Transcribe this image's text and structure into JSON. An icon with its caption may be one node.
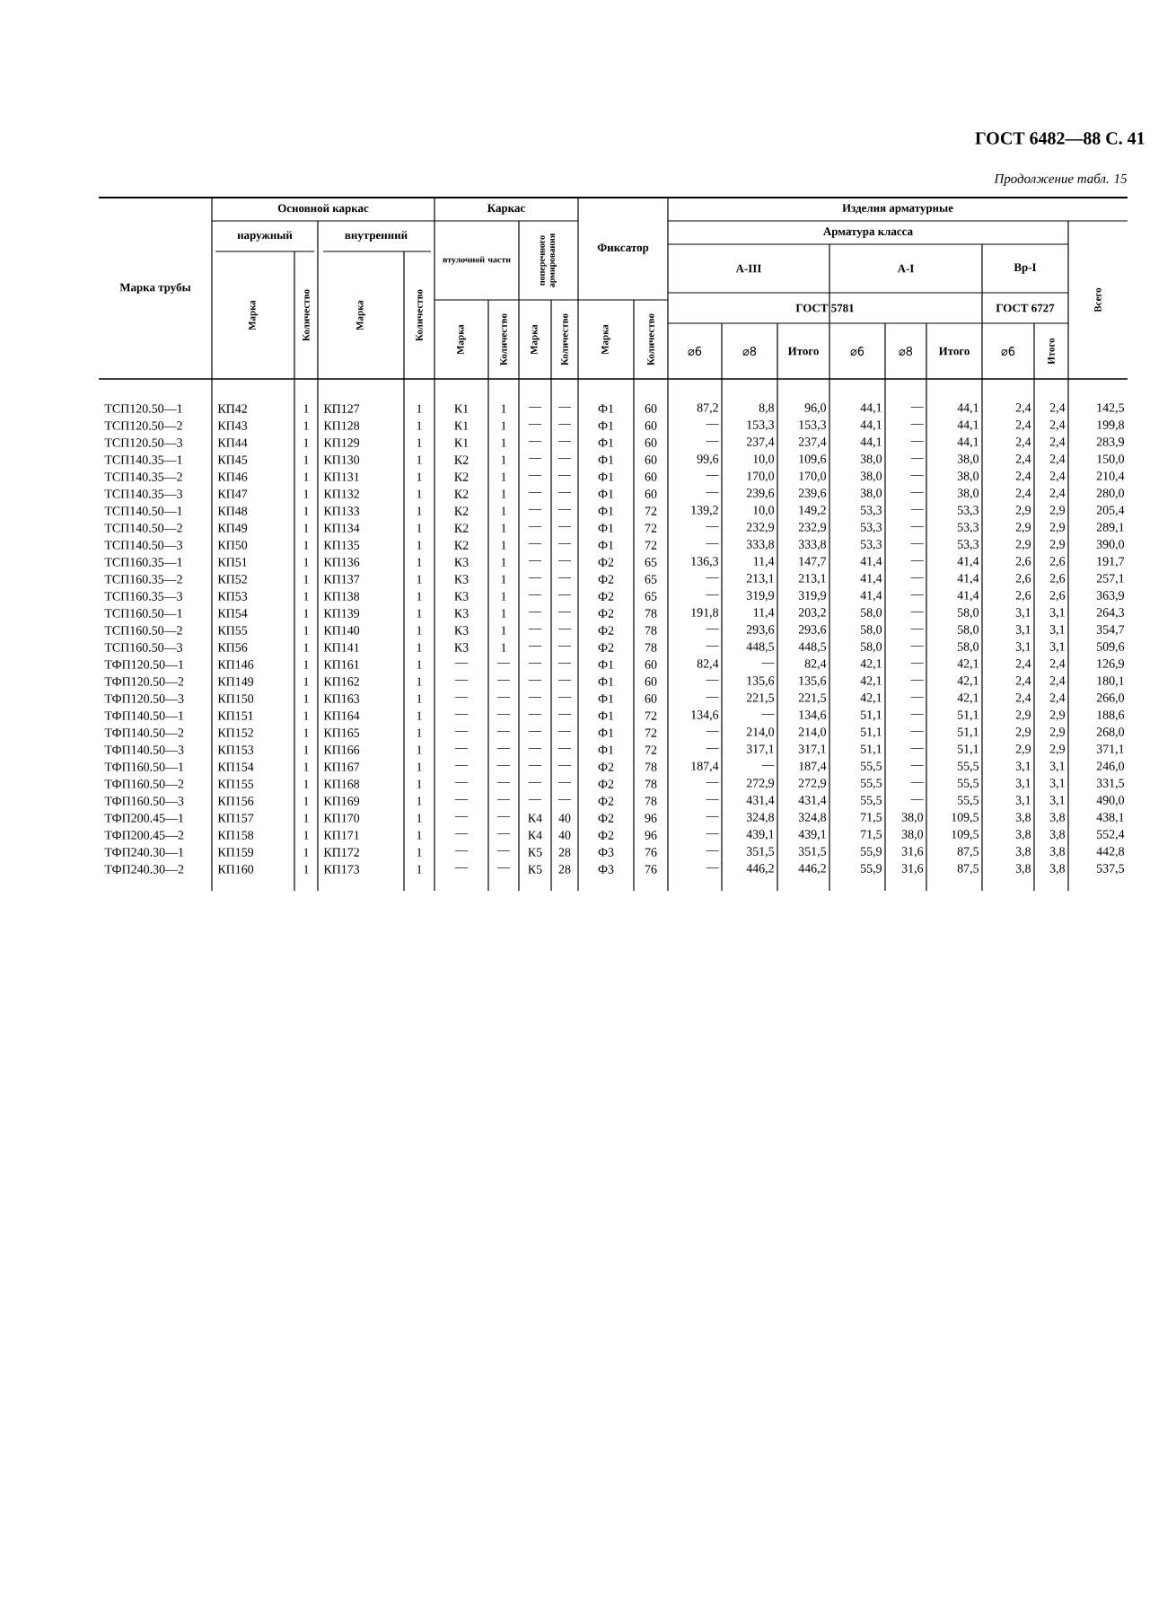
{
  "diagram": {
    "title": "ГОСТ 6482—88 С. 41",
    "labels": [
      "Продолжение табл. 15",
      "Марка трубы",
      "Основной каркас",
      "Каркас",
      "Фиксатор",
      "Изделия арматурные",
      "наружный",
      "внутренний",
      "втулочной части",
      "поперечного армирования",
      "Арматура класса",
      "Всего",
      "А-III",
      "А-I",
      "Вр-I",
      "ГОСТ 5781",
      "ГОСТ 6727",
      "Марка",
      "Количество",
      "Марка",
      "Количество",
      "Марка",
      "Количество",
      "Марка",
      "Количество",
      "Марка",
      "Количество",
      "⌀6",
      "⌀8",
      "Итого",
      "⌀6",
      "⌀8",
      "Итого",
      "⌀6",
      "Итого",
      "ТСП120.50—1",
      "КП42",
      "1",
      "КП127",
      "1",
      "К1",
      "1",
      "—",
      "—",
      "Ф1",
      "60",
      "87,2",
      "8,8",
      "96,0",
      "44,1",
      "—",
      "44,1",
      "2,4",
      "2,4",
      "142,5",
      "ТСП120.50—2",
      "КП43",
      "1",
      "КП128",
      "1",
      "К1",
      "1",
      "—",
      "—",
      "Ф1",
      "60",
      "—",
      "153,3",
      "153,3",
      "44,1",
      "—",
      "44,1",
      "2,4",
      "2,4",
      "199,8",
      "ТСП120.50—3",
      "КП44",
      "1",
      "КП129",
      "1",
      "К1",
      "1",
      "—",
      "—",
      "Ф1",
      "60",
      "—",
      "237,4",
      "237,4",
      "44,1",
      "—",
      "44,1",
      "2,4",
      "2,4",
      "283,9",
      "ТСП140.35—1",
      "КП45",
      "1",
      "КП130",
      "1",
      "К2",
      "1",
      "—",
      "—",
      "Ф1",
      "60",
      "99,6",
      "10,0",
      "109,6",
      "38,0",
      "—",
      "38,0",
      "2,4",
      "2,4",
      "150,0",
      "ТСП140.35—2",
      "КП46",
      "1",
      "КП131",
      "1",
      "К2",
      "1",
      "—",
      "—",
      "Ф1",
      "60",
      "—",
      "170,0",
      "170,0",
      "38,0",
      "—",
      "38,0",
      "2,4",
      "2,4",
      "210,4",
      "ТСП140.35—3",
      "КП47",
      "1",
      "КП132",
      "1",
      "К2",
      "1",
      "—",
      "—",
      "Ф1",
      "60",
      "—",
      "239,6",
      "239,6",
      "38,0",
      "—",
      "38,0",
      "2,4",
      "2,4",
      "280,0",
      "ТСП140.50—1",
      "КП48",
      "1",
      "КП133",
      "1",
      "К2",
      "1",
      "—",
      "—",
      "Ф1",
      "72",
      "139,2",
      "10,0",
      "149,2",
      "53,3",
      "—",
      "53,3",
      "2,9",
      "2,9",
      "205,4",
      "ТСП140.50—2",
      "КП49",
      "1",
      "КП134",
      "1",
      "К2",
      "1",
      "—",
      "—",
      "Ф1",
      "72",
      "—",
      "232,9",
      "232,9",
      "53,3",
      "—",
      "53,3",
      "2,9",
      "2,9",
      "289,1",
      "ТСП140.50—3",
      "КП50",
      "1",
      "КП135",
      "1",
      "К2",
      "1",
      "—",
      "—",
      "Ф1",
      "72",
      "—",
      "333,8",
      "333,8",
      "53,3",
      "—",
      "53,3",
      "2,9",
      "2,9",
      "390,0",
      "ТСП160.35—1",
      "КП51",
      "1",
      "КП136",
      "1",
      "К3",
      "1",
      "—",
      "—",
      "Ф2",
      "65",
      "136,3",
      "11,4",
      "147,7",
      "41,4",
      "—",
      "41,4",
      "2,6",
      "2,6",
      "191,7",
      "ТСП160.35—2",
      "КП52",
      "1",
      "КП137",
      "1",
      "К3",
      "1",
      "—",
      "—",
      "Ф2",
      "65",
      "—",
      "213,1",
      "213,1",
      "41,4",
      "—",
      "41,4",
      "2,6",
      "2,6",
      "257,1",
      "ТСП160.35—3",
      "КП53",
      "1",
      "КП138",
      "1",
      "К3",
      "1",
      "—",
      "—",
      "Ф2",
      "65",
      "—",
      "319,9",
      "319,9",
      "41,4",
      "—",
      "41,4",
      "2,6",
      "2,6",
      "363,9",
      "ТСП160.50—1",
      "КП54",
      "1",
      "КП139",
      "1",
      "К3",
      "1",
      "—",
      "—",
      "Ф2",
      "78",
      "191,8",
      "11,4",
      "203,2",
      "58,0",
      "—",
      "58,0",
      "3,1",
      "3,1",
      "264,3",
      "ТСП160.50—2",
      "КП55",
      "1",
      "КП140",
      "1",
      "К3",
      "1",
      "—",
      "—",
      "Ф2",
      "78",
      "—",
      "293,6",
      "293,6",
      "58,0",
      "—",
      "58,0",
      "3,1",
      "3,1",
      "354,7",
      "ТСП160.50—3",
      "КП56",
      "1",
      "КП141",
      "1",
      "К3",
      "1",
      "—",
      "—",
      "Ф2",
      "78",
      "—",
      "448,5",
      "448,5",
      "58,0",
      "—",
      "58,0",
      "3,1",
      "3,1",
      "509,6",
      "ТФП120.50—1",
      "КП146",
      "1",
      "КП161",
      "1",
      "—",
      "—",
      "—",
      "—",
      "Ф1",
      "60",
      "82,4",
      "—",
      "82,4",
      "42,1",
      "—",
      "42,1",
      "2,4",
      "2,4",
      "126,9",
      "ТФП120.50—2",
      "КП149",
      "1",
      "КП162",
      "1",
      "—",
      "—",
      "—",
      "—",
      "Ф1",
      "60",
      "—",
      "135,6",
      "135,6",
      "42,1",
      "—",
      "42,1",
      "2,4",
      "2,4",
      "180,1",
      "ТФП120.50—3",
      "КП150",
      "1",
      "КП163",
      "1",
      "—",
      "—",
      "—",
      "—",
      "Ф1",
      "60",
      "—",
      "221,5",
      "221,5",
      "42,1",
      "—",
      "42,1",
      "2,4",
      "2,4",
      "266,0",
      "ТФП140.50—1",
      "КП151",
      "1",
      "КП164",
      "1",
      "—",
      "—",
      "—",
      "—",
      "Ф1",
      "72",
      "134,6",
      "—",
      "134,6",
      "51,1",
      "—",
      "51,1",
      "2,9",
      "2,9",
      "188,6",
      "ТФП140.50—2",
      "КП152",
      "1",
      "КП165",
      "1",
      "—",
      "—",
      "—",
      "—",
      "Ф1",
      "72",
      "—",
      "214,0",
      "214,0",
      "51,1",
      "—",
      "51,1",
      "2,9",
      "2,9",
      "268,0",
      "ТФП140.50—3",
      "КП153",
      "1",
      "КП166",
      "1",
      "—",
      "—",
      "—",
      "—",
      "Ф1",
      "72",
      "—",
      "317,1",
      "317,1",
      "51,1",
      "—",
      "51,1",
      "2,9",
      "2,9",
      "371,1",
      "ТФП160.50—1",
      "КП154",
      "1",
      "КП167",
      "1",
      "—",
      "—",
      "—",
      "—",
      "Ф2",
      "78",
      "187,4",
      "—",
      "187,4",
      "55,5",
      "—",
      "55,5",
      "3,1",
      "3,1",
      "246,0",
      "ТФП160.50—2",
      "КП155",
      "1",
      "КП168",
      "1",
      "—",
      "—",
      "—",
      "—",
      "Ф2",
      "78",
      "—",
      "272,9",
      "272,9",
      "55,5",
      "—",
      "55,5",
      "3,1",
      "3,1",
      "331,5",
      "ТФП160.50—3",
      "КП156",
      "1",
      "КП169",
      "1",
      "—",
      "—",
      "—",
      "—",
      "Ф2",
      "78",
      "—",
      "431,4",
      "431,4",
      "55,5",
      "—",
      "55,5",
      "3,1",
      "3,1",
      "490,0",
      "ТФП200.45—1",
      "КП157",
      "1",
      "КП170",
      "1",
      "—",
      "—",
      "К4",
      "40",
      "Ф2",
      "96",
      "—",
      "324,8",
      "324,8",
      "71,5",
      "38,0",
      "109,5",
      "3,8",
      "3,8",
      "438,1",
      "ТФП200.45—2",
      "КП158",
      "1",
      "КП171",
      "1",
      "—",
      "—",
      "К4",
      "40",
      "Ф2",
      "96",
      "—",
      "439,1",
      "439,1",
      "71,5",
      "38,0",
      "109,5",
      "3,8",
      "3,8",
      "552,4",
      "ТФП240.30—1",
      "КП159",
      "1",
      "КП172",
      "1",
      "—",
      "—",
      "К5",
      "28",
      "Ф3",
      "76",
      "—",
      "351,5",
      "351,5",
      "55,9",
      "31,6",
      "87,5",
      "3,8",
      "3,8",
      "442,8",
      "ТФП240.30—2",
      "КП160",
      "1",
      "КП173",
      "1",
      "—",
      "—",
      "К5",
      "28",
      "Ф3",
      "76",
      "—",
      "446,2",
      "446,2",
      "55,9",
      "31,6",
      "87,5",
      "3,8",
      "3,8",
      "537,5"
    ]
  }
}
